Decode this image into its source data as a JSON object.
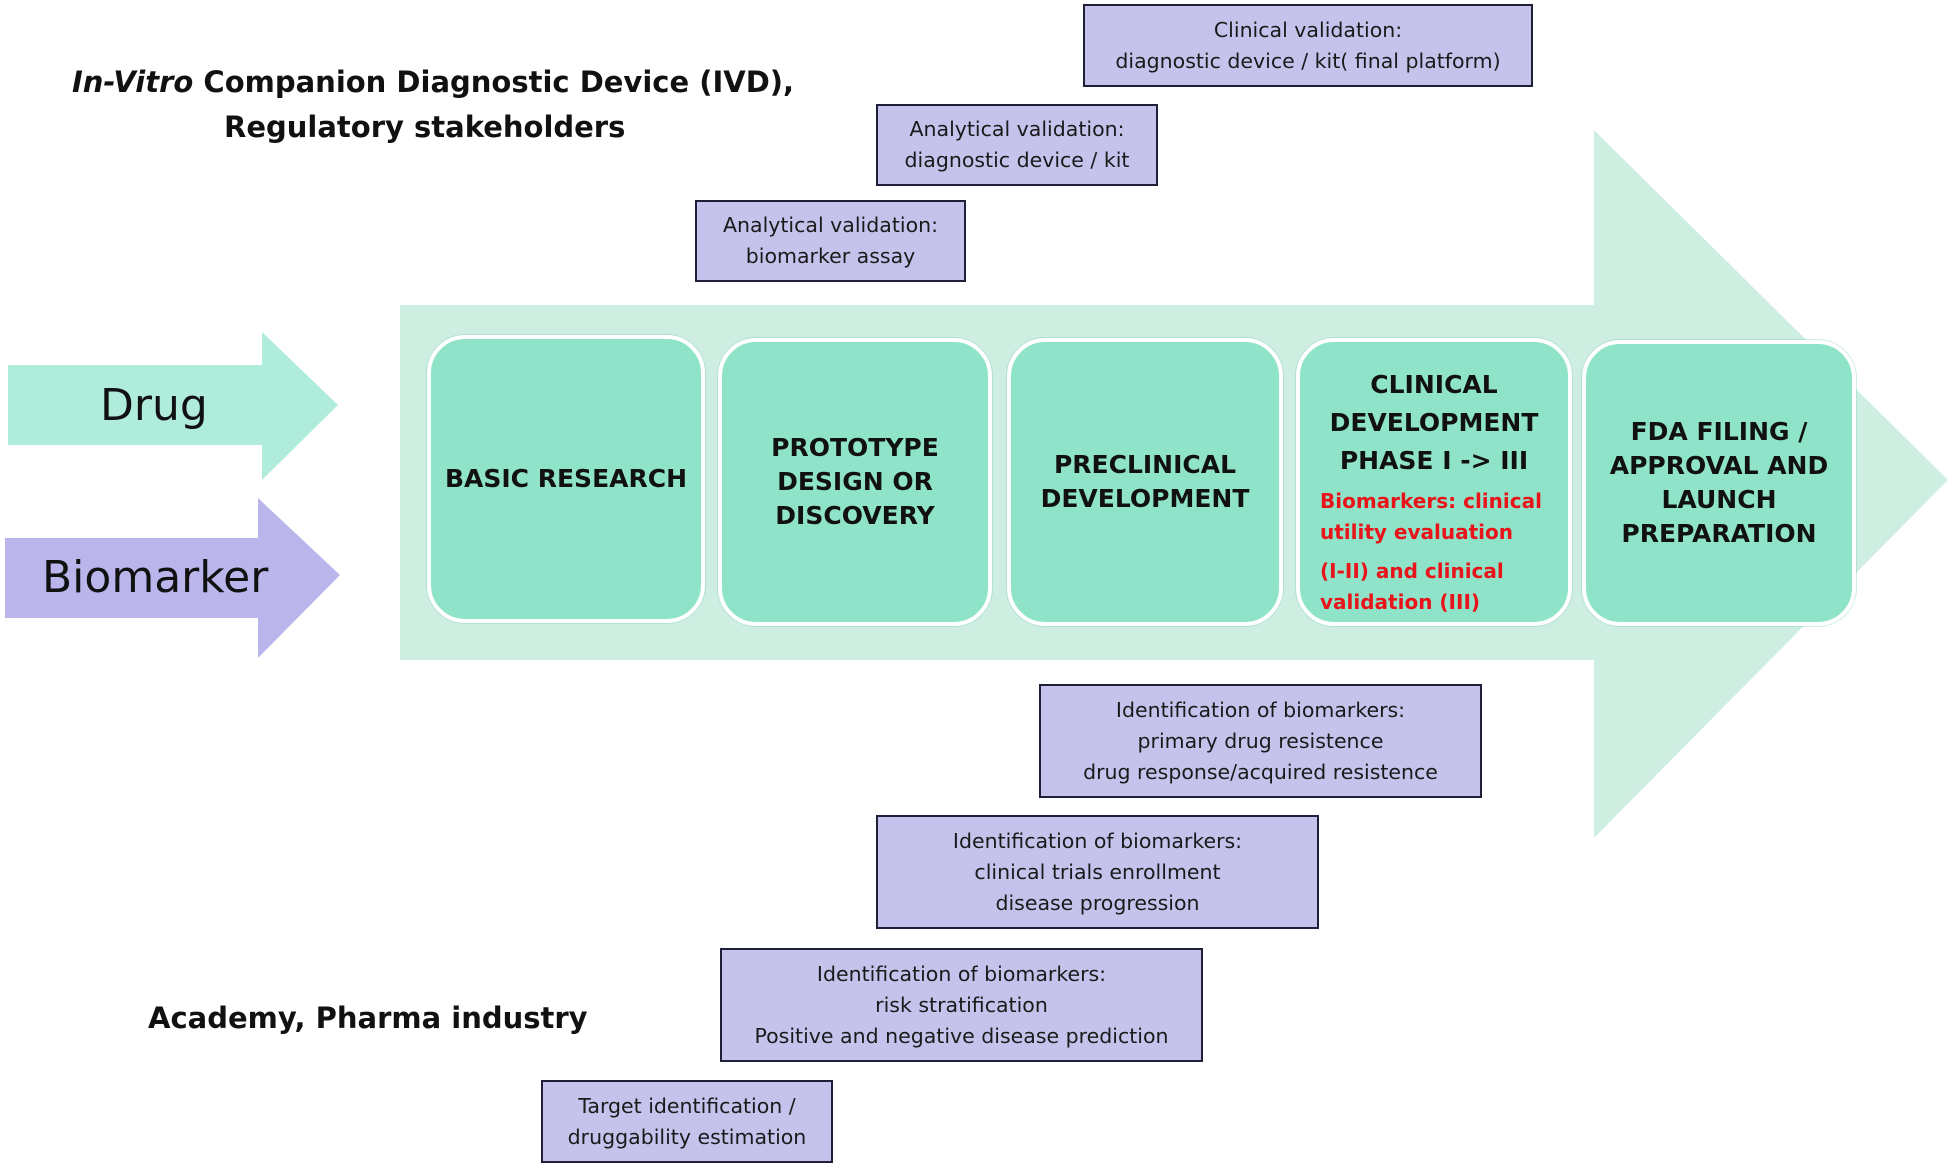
{
  "stakeholders": {
    "top": {
      "italic": "In-Vitro",
      "rest_line1": " Companion Diagnostic Device (IVD),",
      "line2": "Regulatory stakeholders"
    },
    "bottom": "Academy, Pharma industry"
  },
  "inputs": {
    "drug": "Drug",
    "biomarker": "Biomarker"
  },
  "colors": {
    "process_arrow": "#cfeee2",
    "stage_fill": "#8fe3c9",
    "drug_arrow": "#b0ecdc",
    "biomarker_arrow": "#bab6ec",
    "info_fill": "#c5c3ec",
    "note_red": "#e8141a"
  },
  "stages": [
    {
      "title": "BASIC RESEARCH"
    },
    {
      "title": "PROTOTYPE\nDESIGN OR\nDISCOVERY"
    },
    {
      "title": "PRECLINICAL\nDEVELOPMENT"
    },
    {
      "title": "CLINICAL\nDEVELOPMENT\nPHASE I -> III",
      "note1": "Biomarkers: clinical\nutility evaluation",
      "note2": "(I-II) and clinical\nvalidation (III)"
    },
    {
      "title": "FDA FILING /\nAPPROVAL AND\nLAUNCH\nPREPARATION"
    }
  ],
  "top_boxes": [
    {
      "lines": [
        "Clinical validation:",
        "diagnostic device / kit( final platform)"
      ]
    },
    {
      "lines": [
        "Analytical validation:",
        "diagnostic device / kit"
      ]
    },
    {
      "lines": [
        "Analytical validation:",
        "biomarker assay"
      ]
    }
  ],
  "bottom_boxes": [
    {
      "lines": [
        "Identification of biomarkers:",
        "primary drug resistence",
        "drug response/acquired resistence"
      ]
    },
    {
      "lines": [
        "Identification of biomarkers:",
        "clinical trials enrollment",
        "disease progression"
      ]
    },
    {
      "lines": [
        "Identification of biomarkers:",
        "risk stratification",
        "Positive and negative disease prediction"
      ]
    },
    {
      "lines": [
        "Target identification /",
        "druggability estimation"
      ]
    }
  ]
}
